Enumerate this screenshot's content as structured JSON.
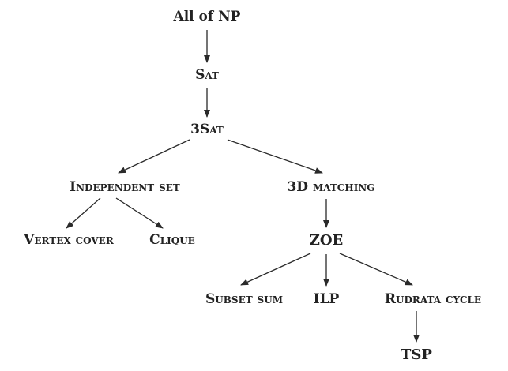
{
  "diagram": {
    "nodes": [
      {
        "id": "allnp",
        "label": "All of NP"
      },
      {
        "id": "sat",
        "label": "Sat"
      },
      {
        "id": "3sat",
        "label": "3Sat"
      },
      {
        "id": "indep",
        "label": "Independent set"
      },
      {
        "id": "3dm",
        "label": "3D matching"
      },
      {
        "id": "vc",
        "label": "Vertex cover"
      },
      {
        "id": "clique",
        "label": "Clique"
      },
      {
        "id": "zoe",
        "label": "ZOE"
      },
      {
        "id": "subset",
        "label": "Subset sum"
      },
      {
        "id": "ilp",
        "label": "ILP"
      },
      {
        "id": "rudrata",
        "label": "Rudrata cycle"
      },
      {
        "id": "tsp",
        "label": "TSP"
      }
    ],
    "edges": [
      {
        "from": "allnp",
        "to": "sat"
      },
      {
        "from": "sat",
        "to": "3sat"
      },
      {
        "from": "3sat",
        "to": "indep"
      },
      {
        "from": "3sat",
        "to": "3dm"
      },
      {
        "from": "indep",
        "to": "vc"
      },
      {
        "from": "indep",
        "to": "clique"
      },
      {
        "from": "3dm",
        "to": "zoe"
      },
      {
        "from": "zoe",
        "to": "subset"
      },
      {
        "from": "zoe",
        "to": "ilp"
      },
      {
        "from": "zoe",
        "to": "rudrata"
      },
      {
        "from": "rudrata",
        "to": "tsp"
      }
    ]
  }
}
